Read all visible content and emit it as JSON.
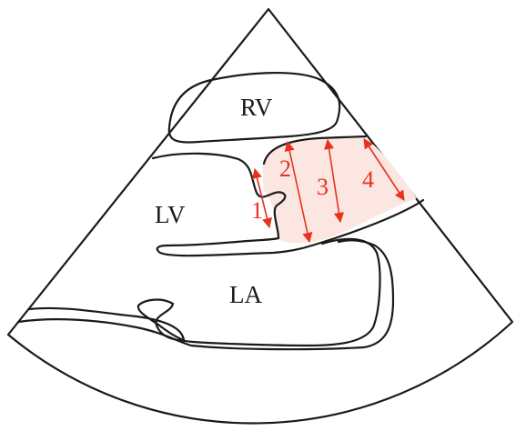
{
  "labels": {
    "rv": "RV",
    "lv": "LV",
    "la": "LA"
  },
  "measurements": [
    {
      "label": "1"
    },
    {
      "label": "2"
    },
    {
      "label": "3"
    },
    {
      "label": "4"
    }
  ],
  "colors": {
    "outline": "#1a1a1a",
    "measurement": "#e8321e",
    "region_fill": "#fbe6e2"
  }
}
